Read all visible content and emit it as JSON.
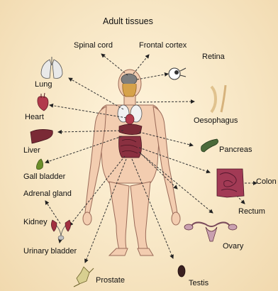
{
  "title": "Adult tissues",
  "tissues": {
    "spinal_cord": "Spinal cord",
    "frontal_cortex": "Frontal cortex",
    "retina": "Retina",
    "lung": "Lung",
    "heart": "Heart",
    "oesophagus": "Oesophagus",
    "liver": "Liver",
    "pancreas": "Pancreas",
    "gall_bladder": "Gall bladder",
    "colon": "Colon",
    "adrenal_gland": "Adrenal gland",
    "rectum": "Rectum",
    "kidney": "Kidney",
    "ovary": "Ovary",
    "urinary_bladder": "Urinary bladder",
    "prostate": "Prostate",
    "testis": "Testis"
  },
  "colors": {
    "background": "#f5e3bf",
    "skin": "#f3cdb0",
    "skin_outline": "#9a6a58",
    "organ_red": "#8a2a3a",
    "brain": "#8a8a8a",
    "arrow": "#333333"
  }
}
